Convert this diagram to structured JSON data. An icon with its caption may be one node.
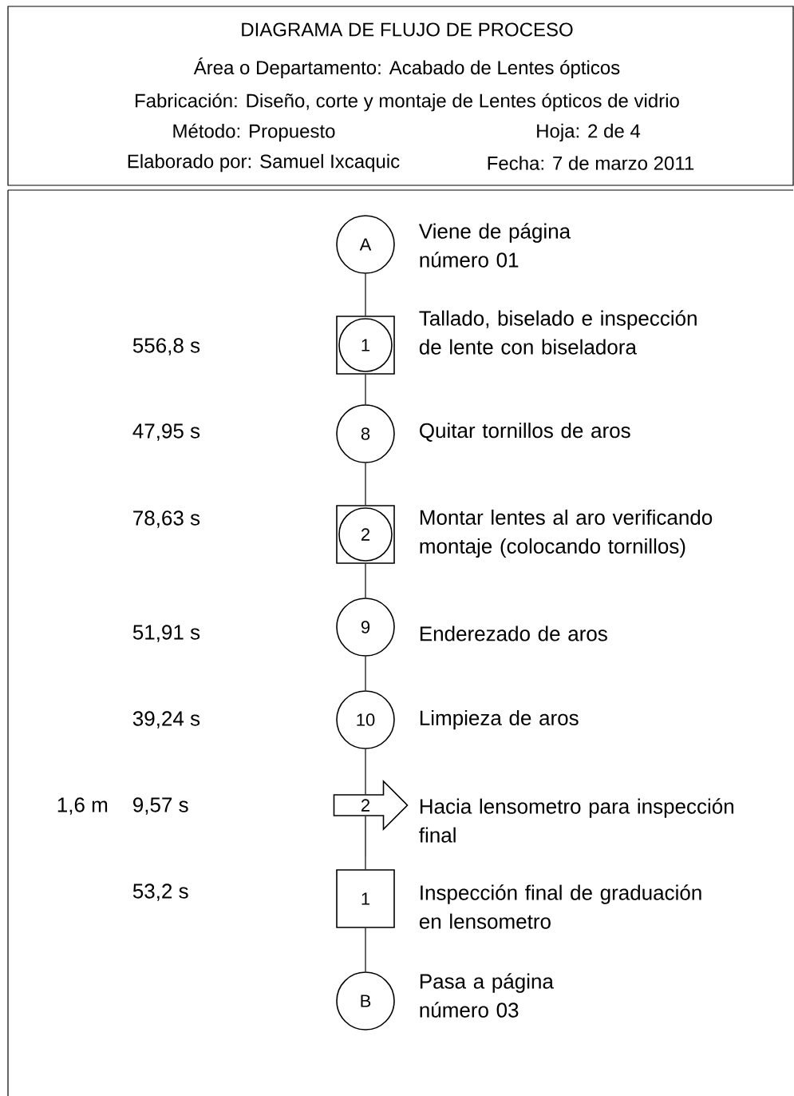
{
  "diagram": {
    "title": "DIAGRAMA DE FLUJO DE PROCESO",
    "nodes": [
      {
        "text": [
          "A"
        ],
        "beside": [
          "Viene de página número 01"
        ]
      },
      {
        "text": [
          "1"
        ],
        "beside": [
          "Tallado, biselado e inspección de lente con biseladora"
        ]
      },
      {
        "text": [
          "8"
        ],
        "beside": [
          "Quitar tornillos de aros"
        ]
      },
      {
        "text": [
          "2"
        ],
        "beside": [
          "Montar lentes al aro verificando montaje (colocando tornillos)"
        ]
      },
      {
        "text": [
          "9"
        ],
        "beside": [
          "Enderezado de aros"
        ]
      },
      {
        "text": [
          "10"
        ],
        "beside": [
          "Limpieza de aros"
        ]
      },
      {
        "text": [
          "2"
        ],
        "beside": [
          "Hacia lensometro para inspección final"
        ]
      },
      {
        "text": [
          "1"
        ],
        "beside": [
          "Inspección final de graduación en lensometro"
        ]
      },
      {
        "text": [
          "B"
        ],
        "beside": [
          "Pasa a página número 03"
        ]
      }
    ],
    "edges": [
      {
        "from": 0,
        "to": 1,
        "arrow": "none"
      },
      {
        "from": 1,
        "to": 2,
        "arrow": "none"
      },
      {
        "from": 2,
        "to": 3,
        "arrow": "none"
      },
      {
        "from": 3,
        "to": 4,
        "arrow": "none"
      },
      {
        "from": 4,
        "to": 5,
        "arrow": "none"
      },
      {
        "from": 5,
        "to": 6,
        "arrow": "none"
      },
      {
        "from": 6,
        "to": 7,
        "arrow": "none"
      },
      {
        "from": 7,
        "to": 8,
        "arrow": "none"
      }
    ],
    "labels": [
      "Área o Departamento: Acabado de Lentes ópticos",
      "Fabricación: Diseño, corte y montaje de Lentes ópticos de vidrio",
      "Método: Propuesto",
      "Hoja: 2 de 4",
      "Elaborado por: Samuel Ixcaquic",
      "Fecha: 7 de marzo 2011",
      "556,8 s",
      "47,95 s",
      "78,63 s",
      "51,91 s",
      "39,24 s",
      "1,6 m",
      "9,57 s",
      "53,2 s"
    ]
  }
}
